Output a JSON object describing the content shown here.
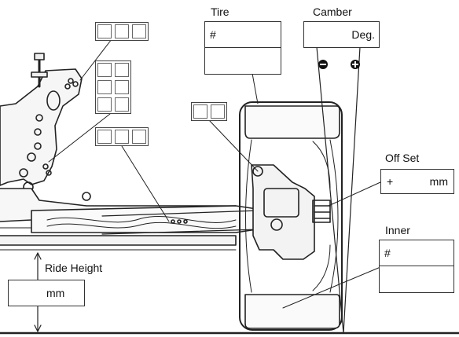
{
  "labels": {
    "tire": "Tire",
    "camber": "Camber",
    "offset": "Off Set",
    "inner": "Inner",
    "ride_height": "Ride Height"
  },
  "fields": {
    "tire_number_prefix": "#",
    "camber_unit": "Deg.",
    "offset_sign": "+",
    "offset_unit": "mm",
    "inner_number_prefix": "#",
    "ride_height_unit": "mm"
  },
  "symbols": {
    "minus": "−",
    "plus": "+"
  },
  "colors": {
    "line": "#222222",
    "fill_light": "#f2f2f2"
  }
}
